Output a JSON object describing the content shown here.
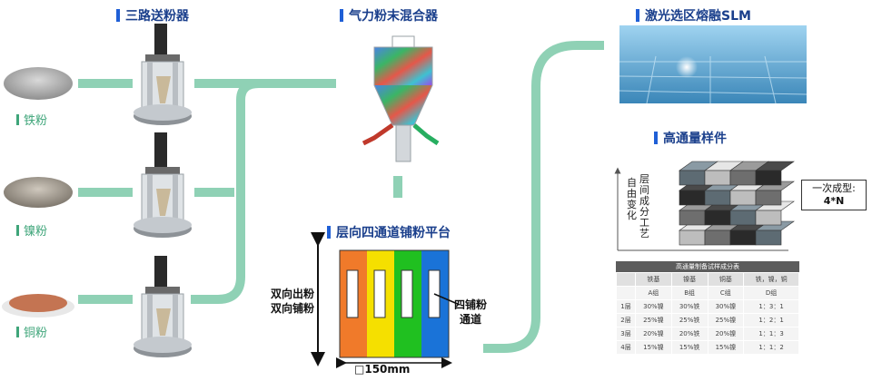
{
  "sections": {
    "feeder": "三路送粉器",
    "mixer": "气力粉末混合器",
    "slm": "激光选区熔融SLM",
    "platform": "层向四通道铺粉平台",
    "samples": "高通量样件"
  },
  "powders": [
    {
      "label": "铁粉",
      "color": "#b7b7b7"
    },
    {
      "label": "镍粉",
      "color": "#a9a39a"
    },
    {
      "label": "铜粉",
      "color": "#c07a5a"
    }
  ],
  "platform": {
    "left_label": [
      "双向出粉",
      "双向铺粉"
    ],
    "right_label": [
      "四铺粉",
      "通道"
    ],
    "size_label": "□150mm",
    "channel_colors": [
      "#f07a2a",
      "#f5e000",
      "#20c020",
      "#1a73d8"
    ]
  },
  "samples": {
    "axis_label": [
      "自由变化",
      "层间成分工艺"
    ],
    "note": [
      "一次成型:",
      "4*N"
    ]
  },
  "table": {
    "title": "高通量制备试样成分表",
    "headers": [
      "",
      "铁基",
      "镍基",
      "铜基",
      "铁，镍，铜"
    ],
    "groups": [
      "",
      "A组",
      "B组",
      "C组",
      "D组"
    ],
    "rows": [
      [
        "1层",
        "30%镍",
        "30%铁",
        "30%镍",
        "1：3：1"
      ],
      [
        "2层",
        "25%镍",
        "25%铁",
        "25%镍",
        "1：2：1"
      ],
      [
        "3层",
        "20%镍",
        "20%铁",
        "20%镍",
        "1：1：3"
      ],
      [
        "4层",
        "15%镍",
        "15%铁",
        "15%镍",
        "1：1：2"
      ]
    ]
  },
  "colors": {
    "pipe": "#8fd1b5",
    "title": "#1a3f8c",
    "accent": "#1f5fd6"
  }
}
